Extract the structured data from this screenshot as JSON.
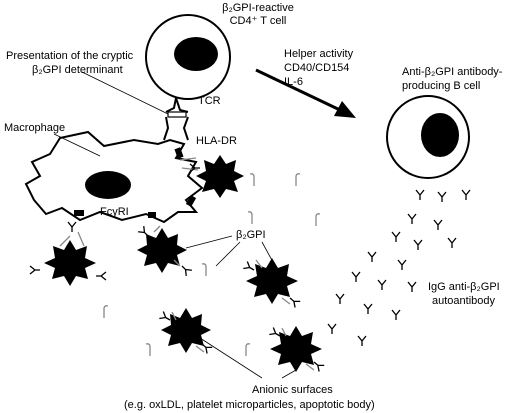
{
  "labels": {
    "tcell_line1": "β₂GPI-reactive",
    "tcell_line2": "CD4⁺ T cell",
    "presentation_line1": "Presentation of the cryptic",
    "presentation_line2": "β₂GPI determinant",
    "tcr": "TCR",
    "hla": "HLA-DR",
    "macrophage": "Macrophage",
    "fcr": "FcγRI",
    "helper_line1": "Helper activity",
    "helper_line2": "CD40/CD154",
    "helper_line3": "IL-6",
    "bcell_line1": "Anti-β₂GPI antibody-",
    "bcell_line2": "producing B cell",
    "b2gpi": "β₂GPI",
    "igg_line1": "IgG anti-β₂GPI",
    "igg_line2": "autoantibody",
    "anionic_line1": "Anionic surfaces",
    "anionic_line2": "(e.g. oxLDL, platelet microparticles, apoptotic body)"
  },
  "icons": {
    "antibody": "y-shaped-antibody-icon",
    "b2gpi": "j-shaped-beta2gpi-icon",
    "surface": "spiky-anionic-surface-icon"
  },
  "colors": {
    "ink": "#000000",
    "grey": "#888888",
    "background": "#ffffff"
  }
}
